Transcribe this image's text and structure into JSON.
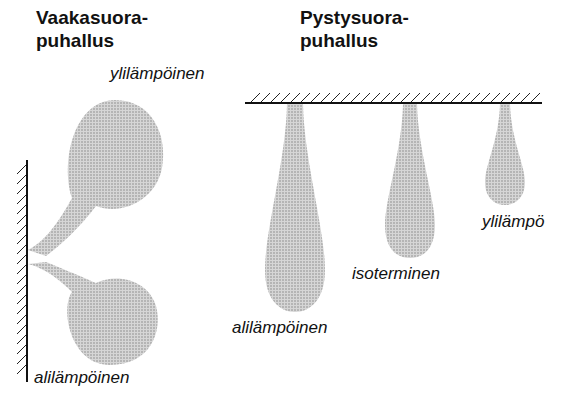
{
  "diagram": {
    "labels": [
      "Vaakasuora- puhallus",
      "Pystysuora- puhallus",
      "ylilämpöinen",
      "alilämpöinen",
      "alilämpöinen",
      "isoterminen",
      "ylilämpö"
    ]
  }
}
